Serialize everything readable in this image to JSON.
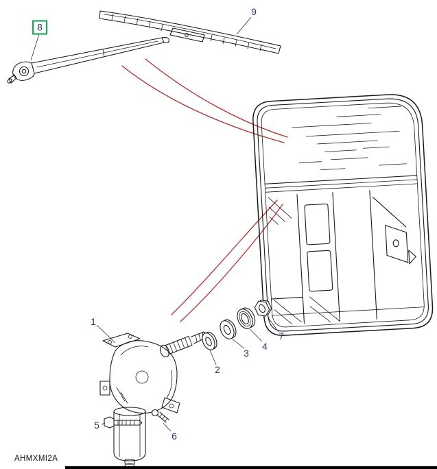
{
  "diagram": {
    "drawing_code": "AHMXMI2A",
    "callouts": [
      {
        "label": "8",
        "boxed": true
      },
      {
        "label": "9",
        "boxed": false
      },
      {
        "label": "1",
        "boxed": false
      },
      {
        "label": "2",
        "boxed": false
      },
      {
        "label": "3",
        "boxed": false
      },
      {
        "label": "4",
        "boxed": false
      },
      {
        "label": "7",
        "boxed": false
      },
      {
        "label": "5",
        "boxed": false
      },
      {
        "label": "6",
        "boxed": false
      }
    ],
    "colors": {
      "background": "#ffffff",
      "line": "#1a1a1a",
      "leader_red": "#c62828",
      "callout_text": "#223a72",
      "highlight_box": "#00a650"
    }
  }
}
